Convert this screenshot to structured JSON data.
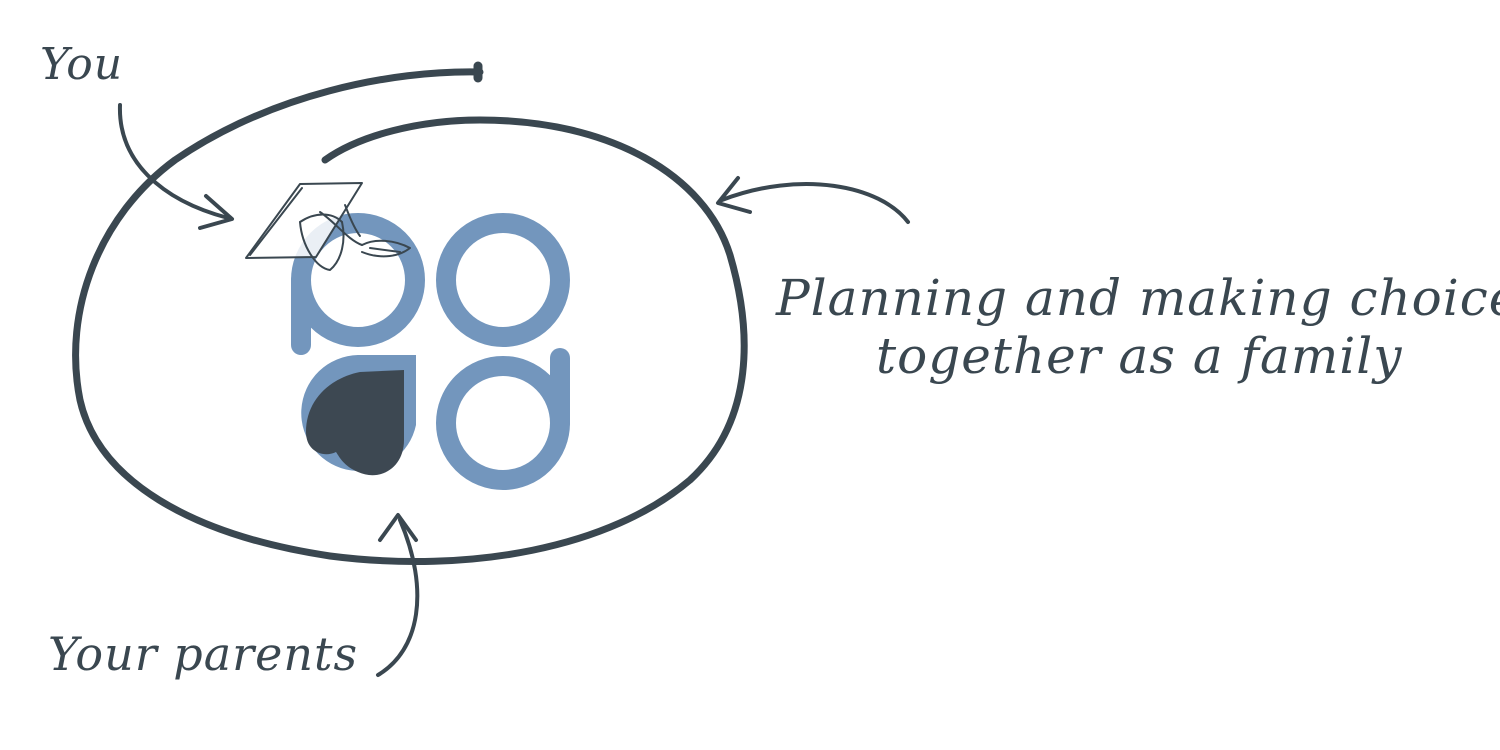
{
  "labels": {
    "you": "You",
    "parents": "Your parents",
    "caption_line1": "Planning and making choices",
    "caption_line2": "together as a family"
  },
  "logo": {
    "letters": [
      "p",
      "o",
      "a",
      "d"
    ],
    "has_heart": true,
    "has_graduation_cap": true
  },
  "colors": {
    "background": "#ffffff",
    "ink": "#3a4750",
    "logo_blue": "#7396bd",
    "heart_fill": "#3d4852"
  }
}
